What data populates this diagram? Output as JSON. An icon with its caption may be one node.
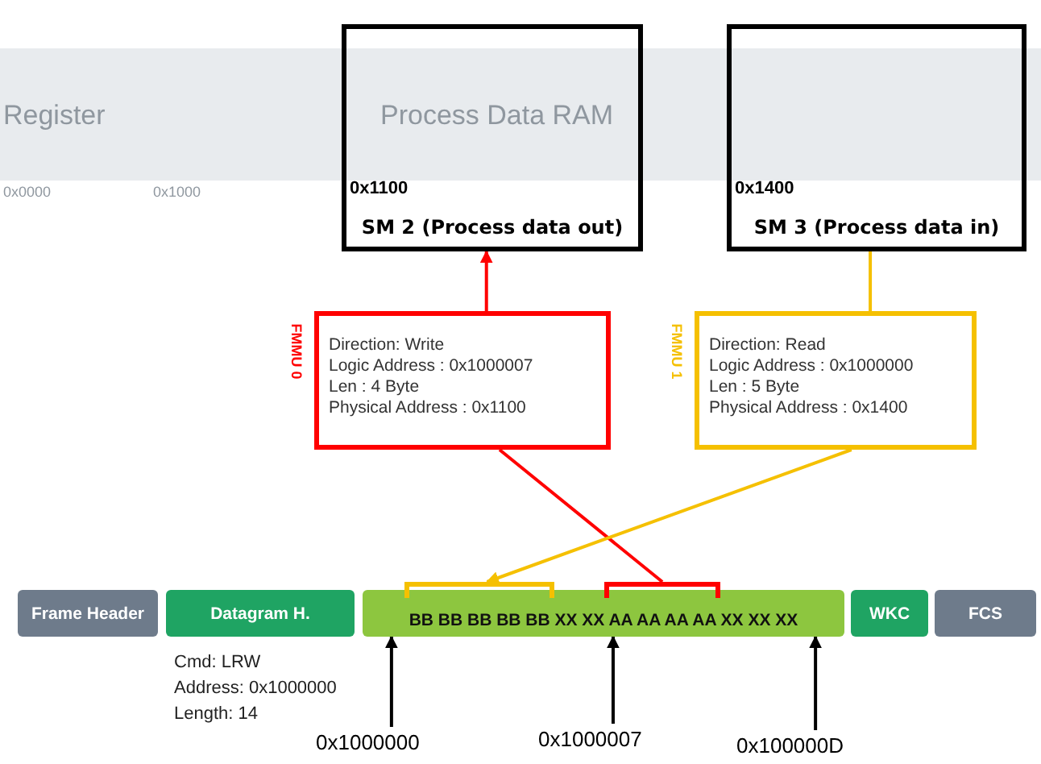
{
  "diagram": {
    "nodes": [
      {
        "text": [
          "0x1100",
          "SM 2 (Process data out)"
        ]
      },
      {
        "text": [
          "0x1400",
          "SM 3 (Process data in)"
        ]
      },
      {
        "text": [
          "FMMU 0",
          "Direction: Write",
          "Logic Address : 0x1000007",
          "Len : 4 Byte",
          "Physical Address : 0x1100"
        ]
      },
      {
        "text": [
          "FMMU 1",
          "Direction: Read",
          "Logic Address : 0x1000000",
          "Len : 5 Byte",
          "Physical Address : 0x1400"
        ]
      },
      {
        "text": [
          "Frame Header"
        ]
      },
      {
        "text": [
          "Datagram H."
        ],
        "beside": [
          "Cmd: LRW",
          "Address: 0x1000000",
          "Length: 14"
        ]
      },
      {
        "text": [
          "BB BB BB BB BB XX XX AA AA AA AA XX XX XX"
        ]
      },
      {
        "text": [],
        "shape": "bracket",
        "in": 6
      },
      {
        "text": [],
        "shape": "bracket",
        "in": 6
      },
      {
        "text": [
          "WKC"
        ]
      },
      {
        "text": [
          "FCS"
        ]
      },
      {
        "text": [
          "0x1000000"
        ]
      },
      {
        "text": [
          "0x1000007"
        ]
      },
      {
        "text": [
          "0x100000D"
        ]
      }
    ],
    "edges": [
      {
        "from": 2,
        "to": 0,
        "arrow": "to",
        "color": "#ff0000"
      },
      {
        "from": 2,
        "to": 8,
        "arrow": "none",
        "color": "#ff0000"
      },
      {
        "from": 3,
        "to": 1,
        "arrow": "none",
        "color": "#f5c000"
      },
      {
        "from": 3,
        "to": 7,
        "arrow": "to",
        "color": "#f5c000"
      },
      {
        "from": 11,
        "to": 6,
        "arrow": "to"
      },
      {
        "from": 12,
        "to": 6,
        "arrow": "to"
      },
      {
        "from": 13,
        "to": 6,
        "arrow": "to"
      }
    ],
    "labels": [
      "Register",
      "Process Data RAM",
      "0x0000",
      "0x1000"
    ]
  }
}
